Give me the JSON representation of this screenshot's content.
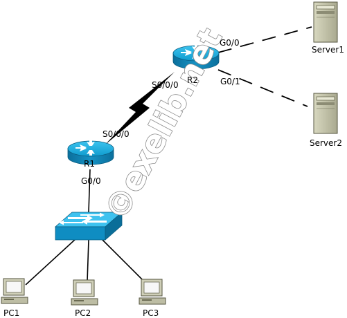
{
  "diagram": {
    "watermark": "©exelib.net",
    "devices": {
      "r1": {
        "name": "R1"
      },
      "r2": {
        "name": "R2"
      },
      "switch": {
        "name": ""
      },
      "server1": {
        "name": "Server1"
      },
      "server2": {
        "name": "Server2"
      },
      "pc1": {
        "name": "PC1"
      },
      "pc2": {
        "name": "PC2"
      },
      "pc3": {
        "name": "PC3"
      }
    },
    "interfaces": {
      "r2_to_server1": "G0/0",
      "r2_to_server2": "G0/1",
      "r2_serial": "S0/0/0",
      "r1_serial": "S0/0/0",
      "r1_to_switch": "G0/0"
    },
    "links": [
      {
        "from": "R1",
        "to": "R2",
        "type": "serial"
      },
      {
        "from": "R2",
        "to": "Server1",
        "type": "dashed"
      },
      {
        "from": "R2",
        "to": "Server2",
        "type": "dashed"
      },
      {
        "from": "R1",
        "to": "Switch",
        "type": "ethernet"
      },
      {
        "from": "Switch",
        "to": "PC1",
        "type": "ethernet"
      },
      {
        "from": "Switch",
        "to": "PC2",
        "type": "ethernet"
      },
      {
        "from": "Switch",
        "to": "PC3",
        "type": "ethernet"
      }
    ],
    "colors": {
      "router_top": "#18aee0",
      "router_side": "#0a7fb0",
      "switch_top": "#22b4e8",
      "server_body": "#c4c4a8",
      "pc_body": "#c8c8b0",
      "link": "#000000"
    }
  }
}
